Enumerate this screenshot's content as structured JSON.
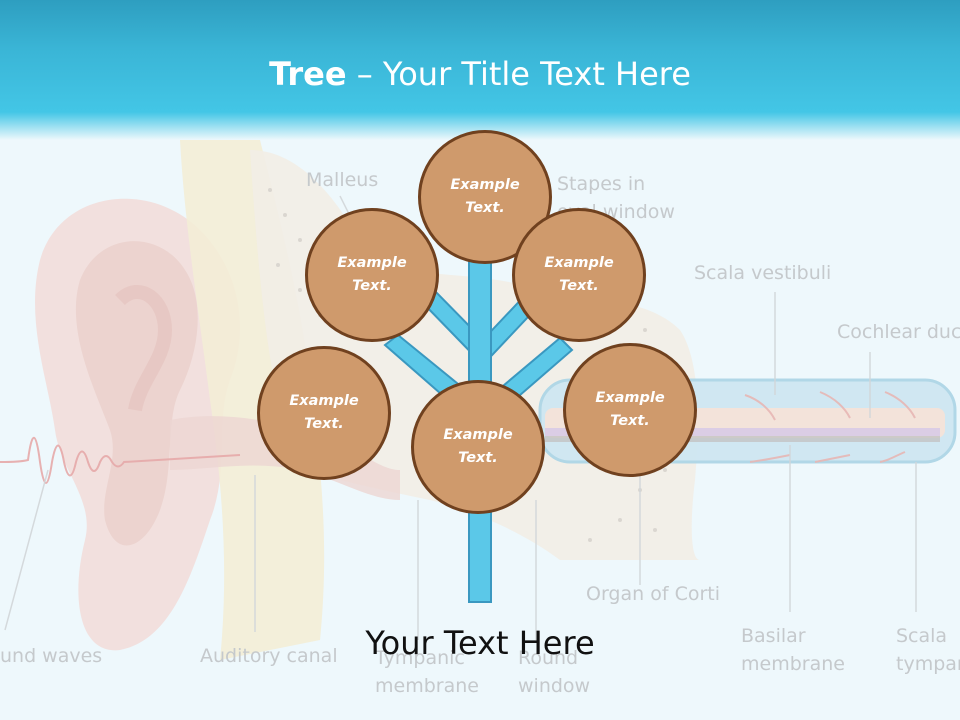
{
  "slide": {
    "title_bold": "Tree",
    "title_dash": " – ",
    "title_rest": "Your Title Text Here",
    "footer_text": "Your Text Here"
  },
  "colors": {
    "header": "#3ab5d6",
    "node_fill": "#cf9a6c",
    "node_border": "#70411f",
    "trunk": "#5bc8e8",
    "trunk_border": "#3a98c0"
  },
  "background_labels": [
    {
      "id": "malleus",
      "text": "Malleus"
    },
    {
      "id": "stapes",
      "text": "Stapes in\noval window"
    },
    {
      "id": "scala-vestibuli",
      "text": "Scala vestibuli"
    },
    {
      "id": "cochlear-duct",
      "text": "Cochlear duct"
    },
    {
      "id": "organ-of-corti",
      "text": "Organ of Corti"
    },
    {
      "id": "sound-waves",
      "text": "und waves"
    },
    {
      "id": "auditory-canal",
      "text": "Auditory canal"
    },
    {
      "id": "tympanic-membrane",
      "text": "Tympanic\nmembrane"
    },
    {
      "id": "round-window",
      "text": "Round\nwindow"
    },
    {
      "id": "basilar-membrane",
      "text": "Basilar\nmembrane"
    },
    {
      "id": "scala-tympani",
      "text": "Scala\ntympani"
    }
  ],
  "nodes": [
    {
      "id": "top",
      "text": "Example\nText."
    },
    {
      "id": "upper-left",
      "text": "Example\nText."
    },
    {
      "id": "upper-right",
      "text": "Example\nText."
    },
    {
      "id": "lower-left",
      "text": "Example\nText."
    },
    {
      "id": "center",
      "text": "Example\nText."
    },
    {
      "id": "lower-right",
      "text": "Example\nText."
    }
  ]
}
